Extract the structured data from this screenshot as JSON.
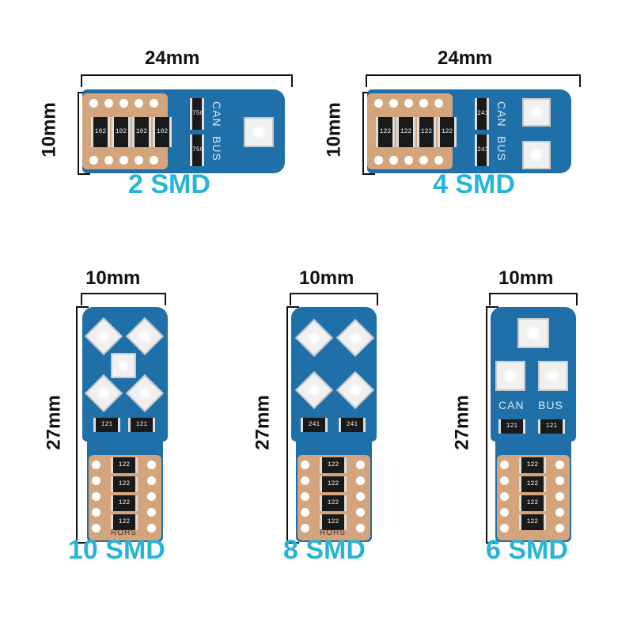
{
  "products": [
    {
      "id": "p2",
      "width_label": "24mm",
      "height_label": "10mm",
      "smd_label": "2 SMD",
      "board_text": [
        "CAN",
        "BUS"
      ],
      "resistors": [
        "102",
        "102",
        "102",
        "102"
      ],
      "side_resistors": [
        "750",
        "750"
      ]
    },
    {
      "id": "p4",
      "width_label": "24mm",
      "height_label": "10mm",
      "smd_label": "4 SMD",
      "board_text": [
        "CAN",
        "BUS"
      ],
      "resistors": [
        "122",
        "122",
        "122",
        "122"
      ],
      "side_resistors": [
        "241",
        "241"
      ]
    },
    {
      "id": "p10",
      "width_label": "10mm",
      "height_label": "27mm",
      "smd_label": "10 SMD",
      "board_text": [
        "ROHS"
      ],
      "resistors": [
        "122",
        "122",
        "122",
        "122"
      ],
      "side_resistors": [
        "121",
        "121"
      ]
    },
    {
      "id": "p8",
      "width_label": "10mm",
      "height_label": "27mm",
      "smd_label": "8 SMD",
      "board_text": [
        "ROHS"
      ],
      "resistors": [
        "122",
        "122",
        "122",
        "122"
      ],
      "side_resistors": [
        "241",
        "241"
      ]
    },
    {
      "id": "p6",
      "width_label": "10mm",
      "height_label": "27mm",
      "smd_label": "6 SMD",
      "board_text": [
        "CAN",
        "BUS"
      ],
      "resistors": [
        "122",
        "122",
        "122",
        "122"
      ],
      "side_resistors": [
        "121",
        "121"
      ]
    }
  ],
  "colors": {
    "accent": "#27b4d8",
    "board": "#1f6fa8",
    "pads": "#d4a47c"
  }
}
